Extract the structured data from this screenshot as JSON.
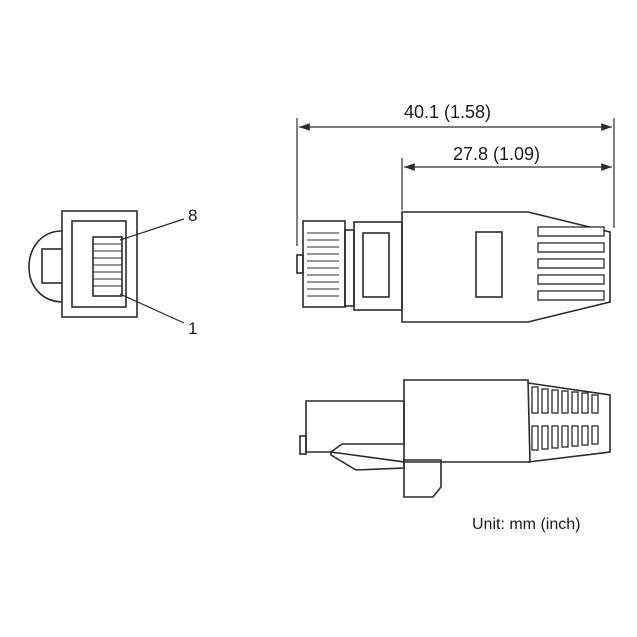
{
  "labels": {
    "pin_top": "8",
    "pin_bottom": "1",
    "dim_overall": "40.1 (1.58)",
    "dim_boot": "27.8 (1.09)",
    "unit": "Unit: mm (inch)"
  },
  "colors": {
    "line": "#2a2a2a",
    "background": "#ffffff"
  }
}
